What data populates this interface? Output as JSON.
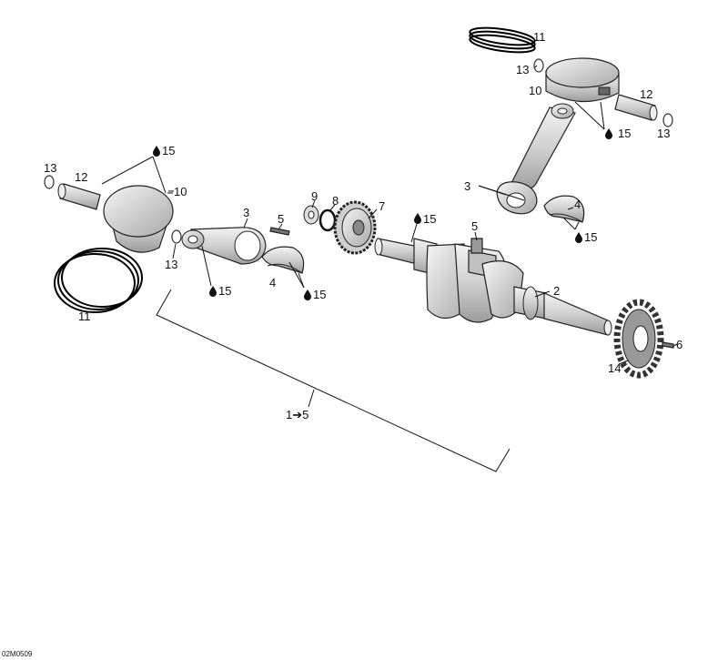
{
  "callouts": {
    "c1": "1",
    "c2": "2",
    "c3": "3",
    "c4": "4",
    "c5": "5",
    "c6": "6",
    "c7": "7",
    "c8": "8",
    "c9": "9",
    "c10": "10",
    "c11": "11",
    "c12": "12",
    "c13": "13",
    "c14": "14",
    "c15": "15"
  },
  "range_arrow": "➔",
  "drawing_code": "02M0509",
  "colors": {
    "part_fill": "#e6e6e6",
    "part_shade": "#b9b9b9",
    "outline": "#222222",
    "text": "#111111"
  }
}
